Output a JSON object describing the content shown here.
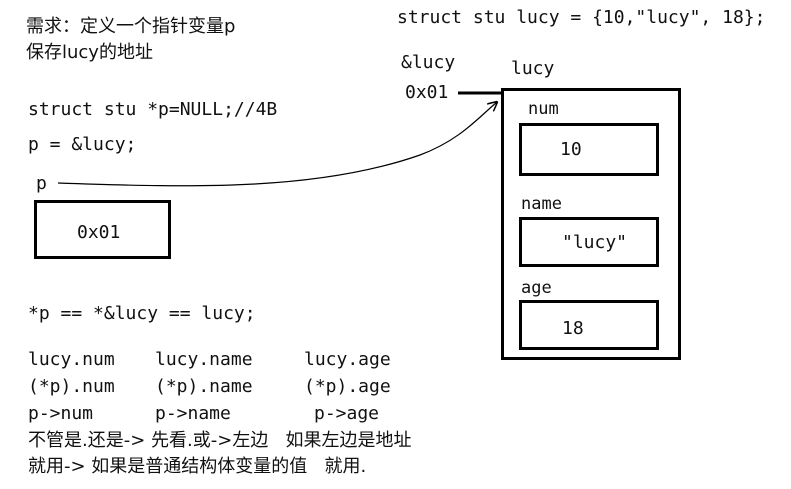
{
  "title_line1": "需求：定义一个指针变量p",
  "title_line2": "保存lucy的地址",
  "struct_init": "struct stu lucy = {10,\"lucy\", 18};",
  "code": {
    "decl": "struct stu *p=NULL;//4B",
    "assign": "p = &lucy;"
  },
  "pointer": {
    "name": "p",
    "value": "0x01"
  },
  "lucy": {
    "addr_expr": "&lucy",
    "addr_value": "0x01",
    "label": "lucy",
    "fields": [
      {
        "name": "num",
        "value": "10"
      },
      {
        "name": "name",
        "value": "\"lucy\""
      },
      {
        "name": "age",
        "value": "18"
      }
    ]
  },
  "equivalence": "*p == *&lucy == lucy;",
  "access_table": {
    "rows": [
      [
        "lucy.num",
        "lucy.name",
        "lucy.age"
      ],
      [
        "(*p).num",
        "(*p).name",
        "(*p).age"
      ],
      [
        "p->num",
        "p->name",
        "p->age"
      ]
    ]
  },
  "notes": {
    "line1": "不管是.还是-> 先看.或->左边   如果左边是地址",
    "line2": "就用-> 如果是普通结构体变量的值   就用."
  }
}
